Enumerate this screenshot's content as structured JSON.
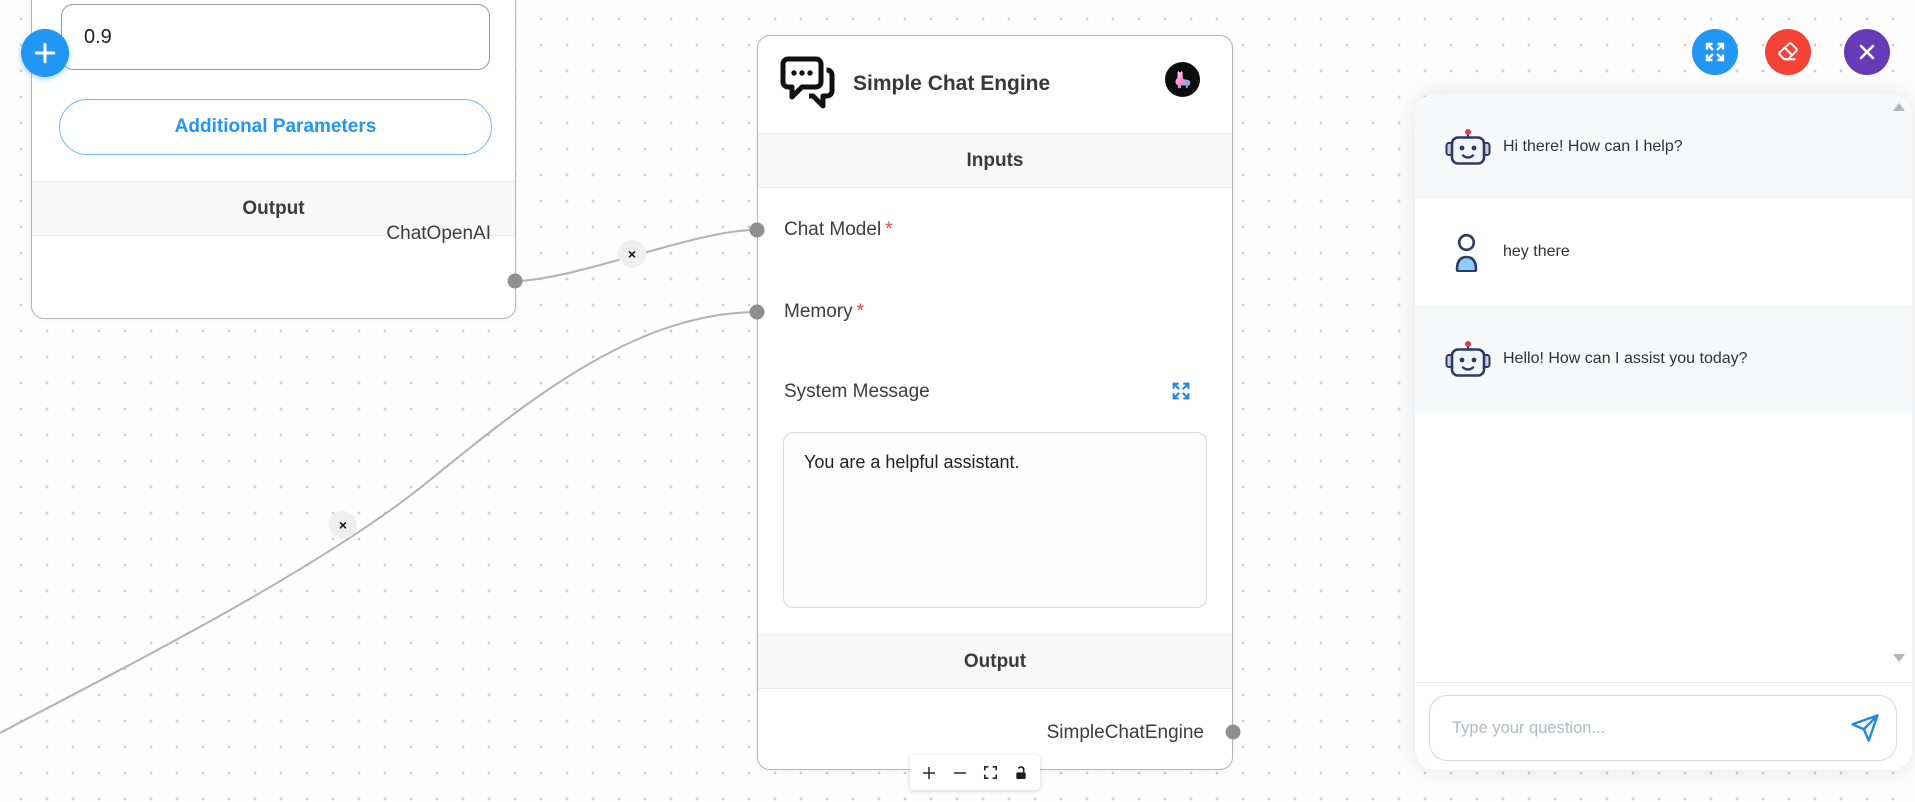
{
  "canvas": {
    "add_button_label": "+",
    "edge_close_label": "×"
  },
  "nodes": {
    "chat_openai": {
      "temperature_value": "0.9",
      "additional_params_label": "Additional Parameters",
      "output_header": "Output",
      "output_anchor": "ChatOpenAI"
    },
    "simple_chat_engine": {
      "title": "Simple Chat Engine",
      "inputs_header": "Inputs",
      "required_marker": "*",
      "fields": [
        {
          "label": "Chat Model",
          "required": true
        },
        {
          "label": "Memory",
          "required": true
        },
        {
          "label": "System Message",
          "required": false
        }
      ],
      "system_message_value": "You are a helpful assistant.",
      "output_header": "Output",
      "output_anchor": "SimpleChatEngine"
    }
  },
  "chat_panel": {
    "messages": [
      {
        "role": "bot",
        "text": "Hi there! How can I help?"
      },
      {
        "role": "user",
        "text": "hey there"
      },
      {
        "role": "bot",
        "text": "Hello! How can I assist you today?"
      }
    ],
    "input_placeholder": "Type your question..."
  },
  "colors": {
    "accent_blue": "#2196f3",
    "danger_red": "#f44336",
    "purple": "#673ab7",
    "edge_gray": "#b1b1b7",
    "bot_row_bg": "#f7f8fa",
    "message_text": "#303235",
    "required_red": "#f44336"
  }
}
